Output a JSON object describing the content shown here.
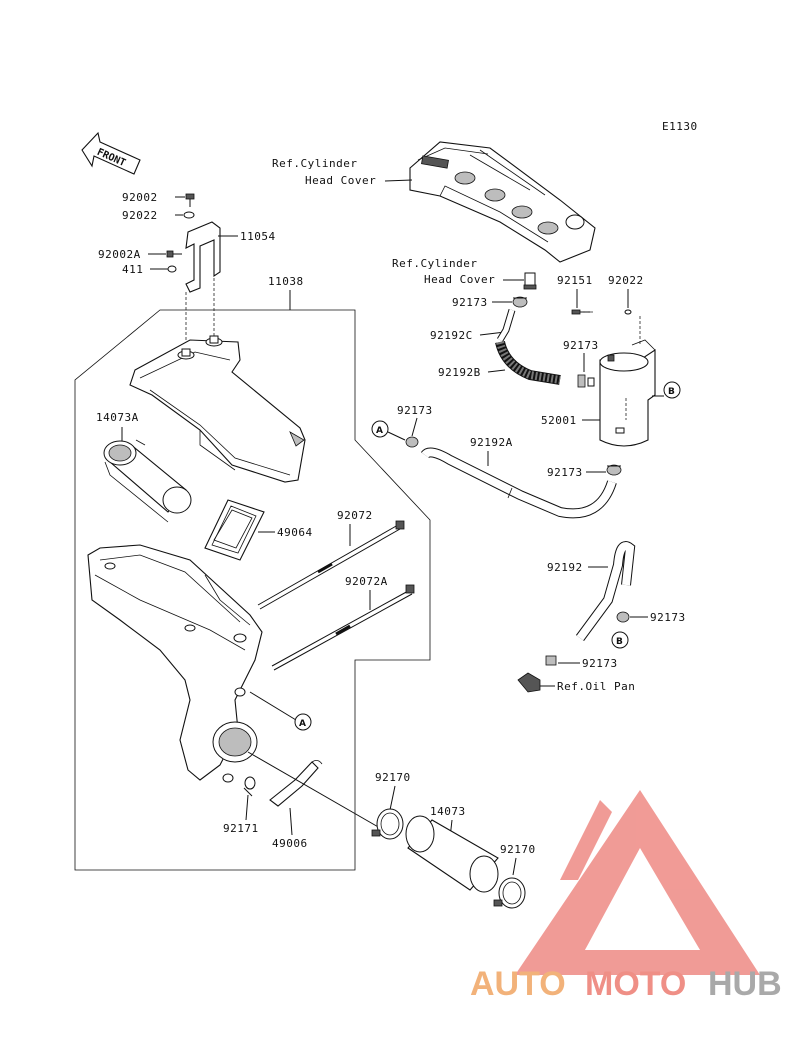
{
  "diagram_code": "E1130",
  "front_label": "FRONT",
  "refs": {
    "cyl_cover_1_line1": "Ref.Cylinder",
    "cyl_cover_1_line2": "Head Cover",
    "cyl_cover_2_line1": "Ref.Cylinder",
    "cyl_cover_2_line2": "Head Cover",
    "oil_pan": "Ref.Oil Pan"
  },
  "callouts": {
    "a1": "A",
    "a2": "A",
    "b1": "B",
    "b2": "B"
  },
  "parts": {
    "p92002": "92002",
    "p92022_left": "92022",
    "p11054": "11054",
    "p92002A": "92002A",
    "p411": "411",
    "p11038": "11038",
    "p14073A": "14073A",
    "p49064": "49064",
    "p92072": "92072",
    "p92072A": "92072A",
    "p92171": "92171",
    "p49006": "49006",
    "p92170_a": "92170",
    "p14073": "14073",
    "p92170_b": "92170",
    "p92173_a": "92173",
    "p92192C": "92192C",
    "p92192B": "92192B",
    "p92151": "92151",
    "p92022_right": "92022",
    "p92173_b": "92173",
    "p52001": "52001",
    "p92173_c": "92173",
    "p92192A": "92192A",
    "p92173_d": "92173",
    "p92192": "92192",
    "p92173_e": "92173",
    "p92173_f": "92173"
  },
  "watermark": {
    "part1": "AUTO",
    "part2": "MOTO",
    "part3": "HUB",
    "colors": {
      "auto": "#f2b27a",
      "moto": "#ef8f86",
      "hub": "#a9a9a9",
      "triangle": "#ee8a84"
    }
  }
}
